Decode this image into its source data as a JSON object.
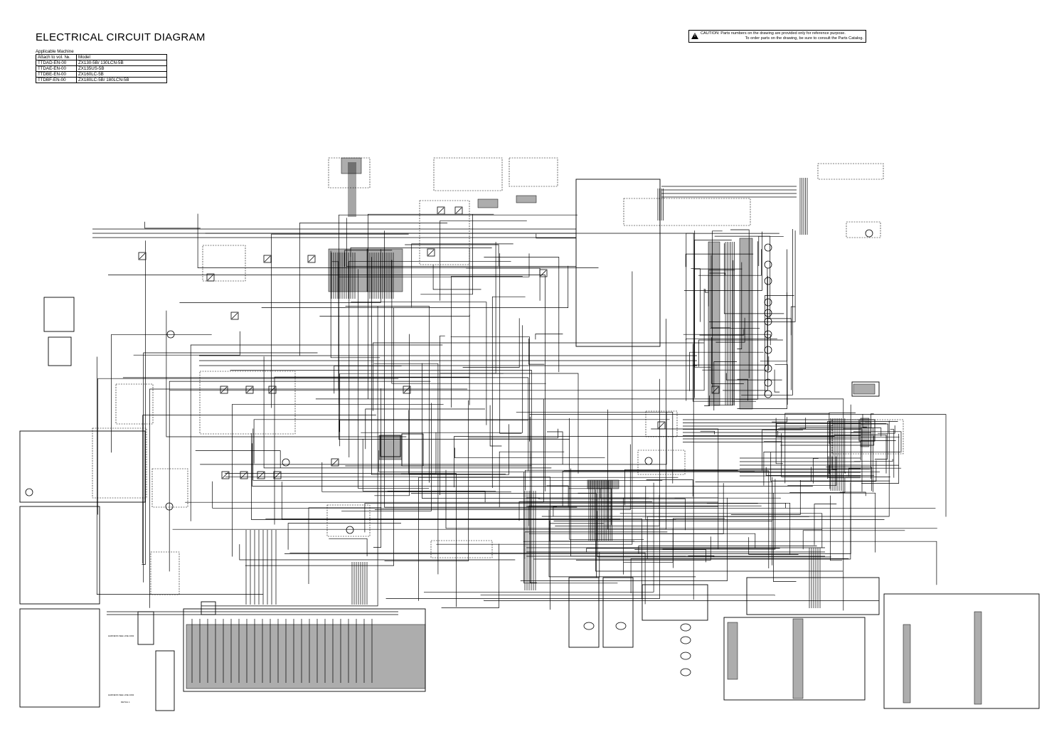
{
  "title": "ELECTRICAL CIRCUIT DIAGRAM",
  "applicable": {
    "heading": "Applicable Machine",
    "columns": [
      "Attach to vol. №.",
      "Model"
    ],
    "rows": [
      [
        "TTDAD-EN-00",
        "ZX130-5B/ 130LCN-5B"
      ],
      [
        "TTDAE-EN-00",
        "ZX135US-5B"
      ],
      [
        "TTDBE-EN-00",
        "ZX160LC-5B"
      ],
      [
        "TTDBF-EN-00",
        "ZX180LC-5B/ 180LCN-5B"
      ]
    ]
  },
  "caution": {
    "line1": "CAUTION: Parts numbers on the drawing are provided only for reference purpose.",
    "line2": "To order parts on the drawing, be sure to consult the Parts Catalog."
  },
  "labels": {
    "harness_upper": "HARNESS SEE LINE 1002",
    "harness_lower": "HARNESS SEE LINE 1002",
    "detail": "DETAIL 1"
  },
  "colors": {
    "line": "#000000",
    "background": "#ffffff"
  }
}
